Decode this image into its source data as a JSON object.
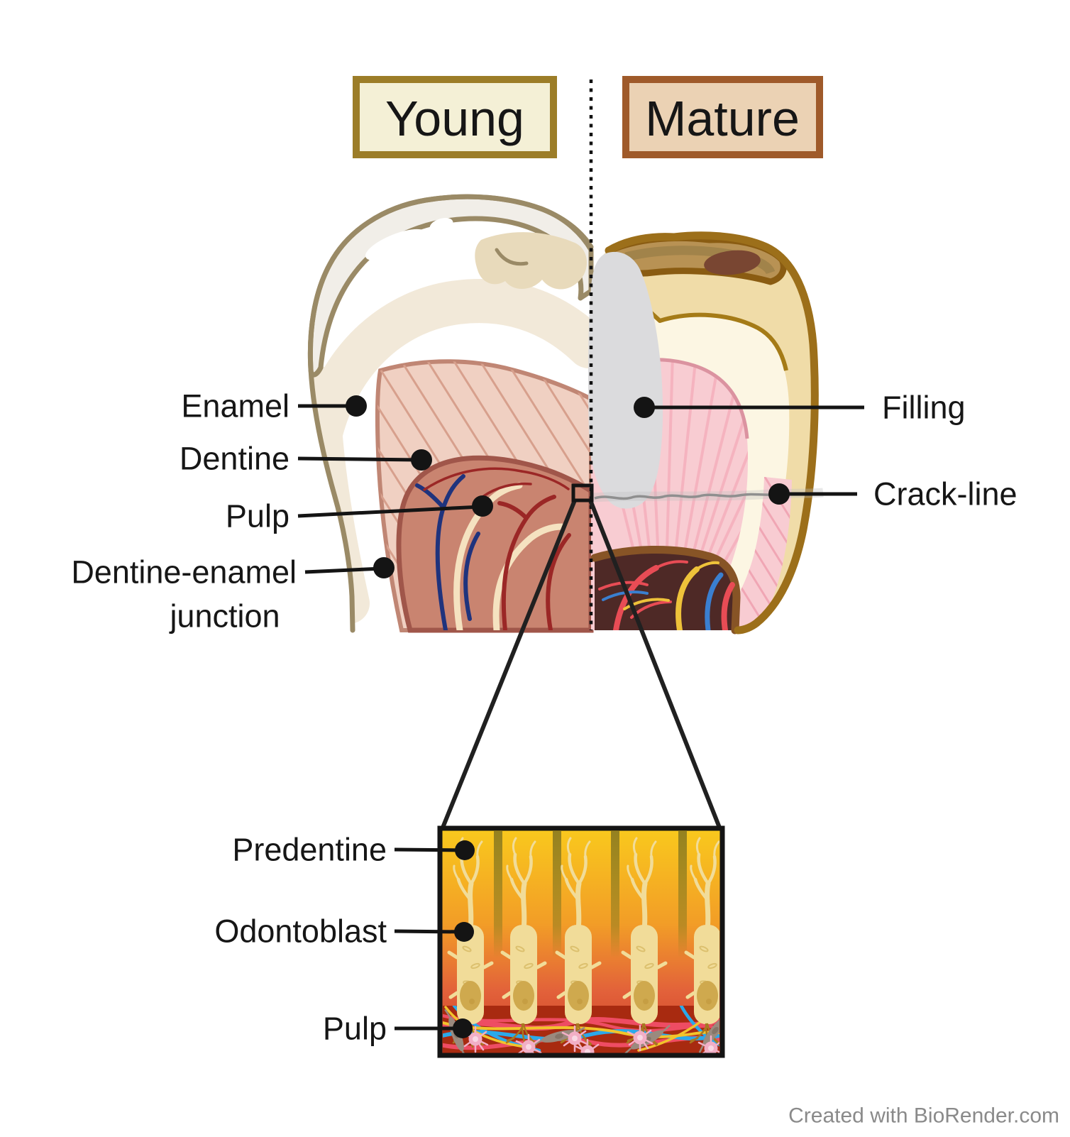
{
  "titles": {
    "young": "Young",
    "mature": "Mature"
  },
  "labels": {
    "enamel": "Enamel",
    "dentine": "Dentine",
    "pulp": "Pulp",
    "dej_line1": "Dentine-enamel",
    "dej_line2": "junction",
    "filling": "Filling",
    "crack": "Crack-line",
    "predentine": "Predentine",
    "odontoblast": "Odontoblast",
    "inset_pulp": "Pulp"
  },
  "footer": {
    "credit": "Created with BioRender.com"
  },
  "colors": {
    "young_box_fill": "#f4f0d6",
    "young_box_border": "#9c7d28",
    "mature_box_fill": "#ebd2b4",
    "mature_box_border": "#9f5a2a",
    "enamel_outline": "#9a8a66",
    "enamel_fill": "#f1eee8",
    "enamel_band": "#f2e9d9",
    "fissure_fill": "#e8dabb",
    "dentine_fill": "#f0d0c2",
    "dentine_stroke": "#c08674",
    "dentine_hatch": "#d7a08d",
    "pulp_fill": "#c98470",
    "pulp_stroke": "#a0564a",
    "vessel_navy": "#1f337d",
    "vessel_darkred": "#9b2726",
    "vessel_cream": "#f5e2c0",
    "mature_outline": "#9c6f1a",
    "mature_enamel": "#f0dca8",
    "mature_inner": "#fcf6e3",
    "mature_dentine": "#f8ccd2",
    "mature_ray": "#f5b3bf",
    "mature_pulp": "#4e2926",
    "mature_pulp_cap": "#875426",
    "vessel_red": "#e84c55",
    "vessel_yellow": "#eec23a",
    "vessel_blue": "#3a7fd0",
    "decay_tan": "#b89254",
    "decay_dark": "#794632",
    "decay_stroke": "#8a5c12",
    "zigzag_gold": "#a57b17",
    "filling_fill": "#dbdbdd",
    "crack_gray": "#8f8f8f",
    "inset_top": "#f9c91d",
    "inset_mid": "#f29d27",
    "inset_low": "#e2613a",
    "inset_pulp_bg": "#a82a10",
    "tubule": "#8e7c20",
    "cell_fill": "#f1dc99",
    "cell_nucleus": "#cfa94e",
    "strand_red": "#ee4c63",
    "strand_blue": "#2ba9ea",
    "strand_yellow": "#f2c32b",
    "fibroblast": "#9a8a7e",
    "dendritic": "#f2afc6",
    "leader": "#141414"
  }
}
